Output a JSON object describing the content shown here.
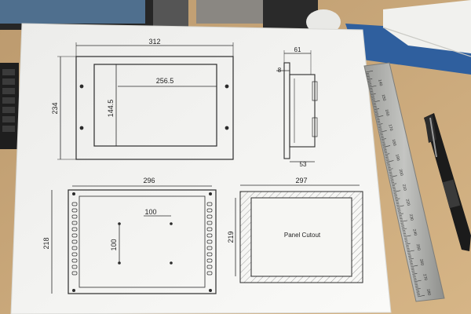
{
  "drawing": {
    "front_view": {
      "width": "312",
      "height": "234",
      "opening_width": "256.5",
      "opening_height": "144.5"
    },
    "side_view": {
      "depth": "61",
      "flange": "8",
      "body_depth": "53"
    },
    "rear_view": {
      "width": "296",
      "height": "218",
      "hole_spacing_x": "100",
      "hole_spacing_y": "100"
    },
    "cutout_view": {
      "width": "297",
      "height": "219",
      "label": "Panel Cutout"
    }
  },
  "ruler": {
    "tick_numbers": [
      "140",
      "150",
      "160",
      "170",
      "180",
      "190",
      "200",
      "210",
      "220",
      "230",
      "240",
      "250",
      "260",
      "270",
      "280"
    ]
  },
  "colors": {
    "desk": "#c9a77a",
    "paper": "#f6f6f3",
    "line": "#2b2b2b",
    "blue_binder": "#2f5f9e",
    "pen_body": "#1b1b1b",
    "ruler_steel": "#a9aaa7"
  }
}
